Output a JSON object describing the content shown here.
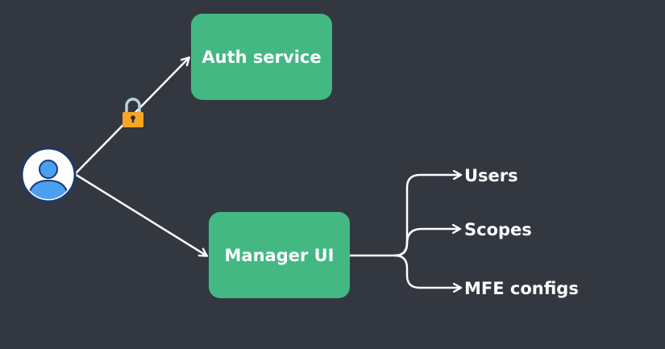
{
  "colors": {
    "background": "#333740",
    "node_fill": "#43b883",
    "edge": "#ffffff",
    "user_ring": "#1d3a6e",
    "user_figure": "#4a9ff0",
    "lock_body": "#f5a623",
    "lock_shackle": "#b9d2e0"
  },
  "icons": {
    "user": "user-avatar-icon",
    "lock": "padlock-icon"
  },
  "nodes": {
    "auth_service": "Auth service",
    "manager_ui": "Manager UI"
  },
  "manager_branches": [
    "Users",
    "Scopes",
    "MFE configs"
  ]
}
